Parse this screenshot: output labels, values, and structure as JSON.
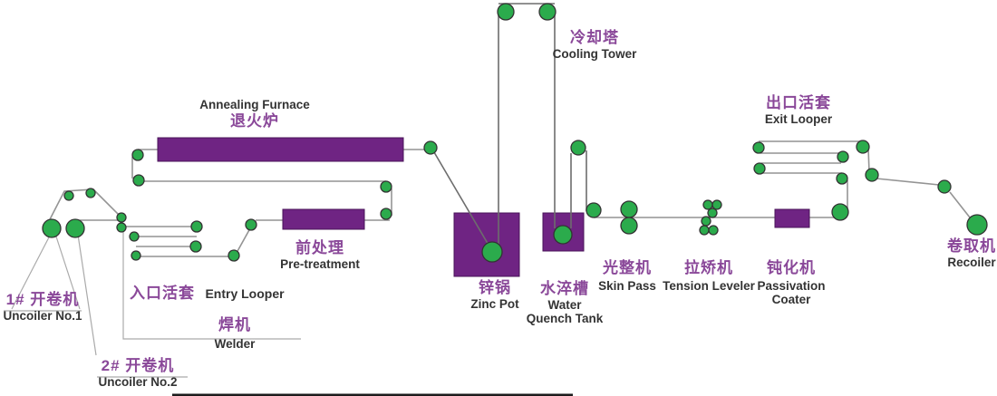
{
  "diagram": {
    "colors": {
      "equipment_purple": "#6f2483",
      "roller_green": "#2bab4c",
      "roller_outline": "#333333",
      "strip_line_gray": "#949494",
      "leader_line_gray": "#aaaaaa",
      "chinese_label_purple": "#8a4899",
      "english_label_dark": "#333333"
    },
    "labels": {
      "uncoiler1": {
        "zh": "1# 开卷机",
        "en": "Uncoiler No.1"
      },
      "uncoiler2": {
        "zh": "2# 开卷机",
        "en": "Uncoiler No.2"
      },
      "entry_looper": {
        "zh": "入口活套",
        "en": "Entry  Looper"
      },
      "welder": {
        "zh": "焊机",
        "en": "Welder"
      },
      "annealing_furnace": {
        "en": "Annealing Furnace",
        "zh": "退火炉"
      },
      "pre_treatment": {
        "zh": "前处理",
        "en": "Pre-treatment"
      },
      "zinc_pot": {
        "zh": "锌锅",
        "en": "Zinc Pot"
      },
      "cooling_tower": {
        "zh": "冷却塔",
        "en": "Cooling Tower"
      },
      "water_quench_tank": {
        "zh": "水淬槽",
        "en_line1": "Water",
        "en_line2": "Quench Tank"
      },
      "skin_pass": {
        "zh": "光整机",
        "en": "Skin Pass"
      },
      "tension_leveler": {
        "zh": "拉矫机",
        "en": "Tension Leveler"
      },
      "passivation_coater": {
        "zh": "钝化机",
        "en_line1": "Passivation",
        "en_line2": "Coater"
      },
      "exit_looper": {
        "zh": "出口活套",
        "en": "Exit Looper"
      },
      "recoiler": {
        "zh": "卷取机",
        "en": "Recoiler"
      }
    }
  }
}
